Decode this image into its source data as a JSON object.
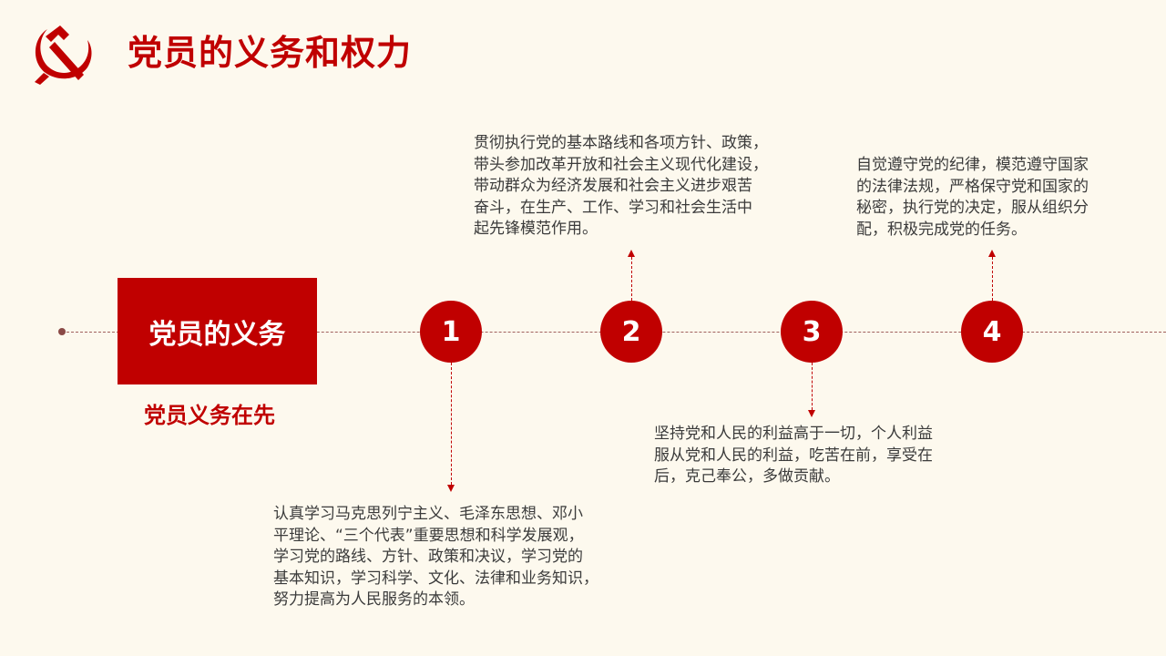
{
  "header": {
    "title": "党员的义务和权力",
    "logo_icon": "hammer-sickle-icon",
    "accent_color": "#c00000"
  },
  "main": {
    "box_label": "党员的义务",
    "subtitle": "党员义务在先"
  },
  "steps": [
    {
      "number": "1",
      "lines": [
        "认真学习马克思列宁主义、毛泽东思想、邓小",
        "平理论、“三个代表”重要思想和科学发展观，",
        "学习党的路线、方针、政策和决议，学习党的",
        "基本知识，学习科学、文化、法律和业务知识，",
        "努力提高为人民服务的本领。"
      ]
    },
    {
      "number": "2",
      "lines": [
        "贯彻执行党的基本路线和各项方针、政策，",
        "带头参加改革开放和社会主义现代化建设，",
        "带动群众为经济发展和社会主义进步艰苦",
        "奋斗，在生产、工作、学习和社会生活中",
        "起先锋模范作用。"
      ]
    },
    {
      "number": "3",
      "lines": [
        "坚持党和人民的利益高于一切，个人利益",
        "服从党和人民的利益，吃苦在前，享受在",
        "后，克己奉公，多做贡献。"
      ]
    },
    {
      "number": "4",
      "lines": [
        "自觉遵守党的纪律，模范遵守国家",
        "的法律法规，严格保守党和国家的",
        "秘密，执行党的决定，服从组织分",
        "配，积极完成党的任务。"
      ]
    }
  ]
}
